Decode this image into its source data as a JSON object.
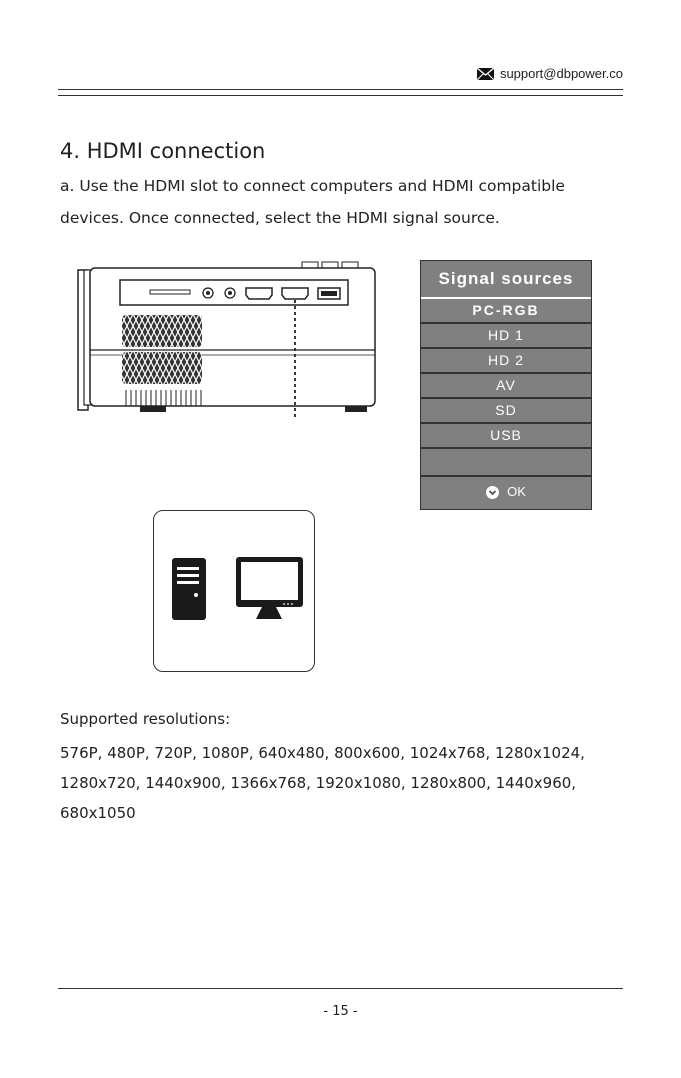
{
  "header": {
    "email": "support@dbpower.co",
    "email_icon": "envelope-icon"
  },
  "section": {
    "title": "4. HDMI connection",
    "paragraph": "a. Use the HDMI slot to connect computers and HDMI compatible devices. Once connected, select the HDMI signal source."
  },
  "menu": {
    "title": "Signal  sources",
    "items": [
      "PC-RGB",
      "HD 1",
      "HD 2",
      "AV",
      "SD",
      "USB",
      ""
    ],
    "selected_index": 0,
    "ok_label": "OK",
    "ok_icon": "chevron-down-circle-icon"
  },
  "resolutions": {
    "title": "Supported resolutions:",
    "list": "576P, 480P, 720P, 1080P, 640x480, 800x600, 1024x768, 1280x1024, 1280x720, 1440x900, 1366x768, 1920x1080, 1280x800, 1440x960, 680x1050"
  },
  "footer": {
    "page": "- 15 -"
  }
}
